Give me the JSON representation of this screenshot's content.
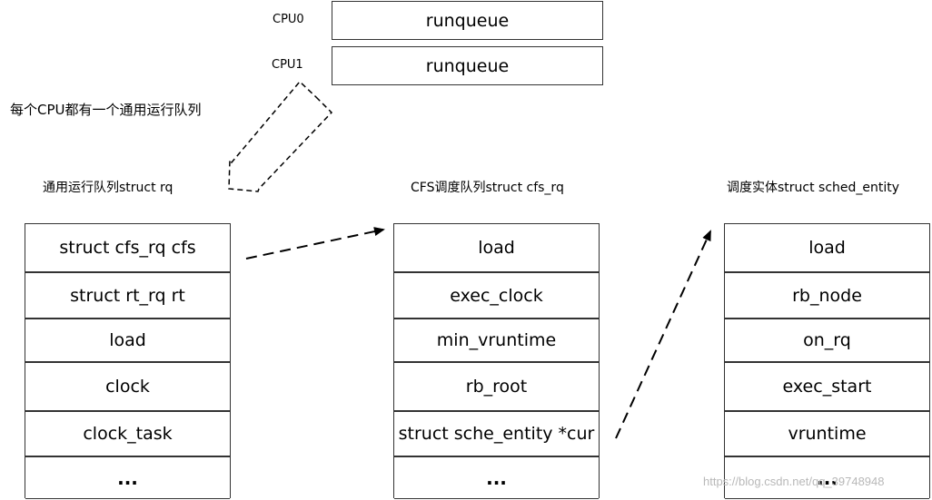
{
  "cpus": [
    {
      "label": "CPU0",
      "box": "runqueue"
    },
    {
      "label": "CPU1",
      "box": "runqueue"
    }
  ],
  "note": "每个CPU都有一个通用运行队列",
  "rq": {
    "title": "通用运行队列struct rq",
    "rows": [
      "struct cfs_rq cfs",
      "struct rt_rq rt",
      "load",
      "clock",
      "clock_task",
      "..."
    ]
  },
  "cfs_rq": {
    "title": "CFS调度队列struct cfs_rq",
    "rows": [
      "load",
      "exec_clock",
      "min_vruntime",
      "rb_root",
      "struct sche_entity *cur",
      "..."
    ]
  },
  "sched_entity": {
    "title": "调度实体struct sched_entity",
    "rows": [
      "load",
      "rb_node",
      "on_rq",
      "exec_start",
      "vruntime",
      "..."
    ]
  },
  "watermark": "https://blog.csdn.net/qq_39748948"
}
